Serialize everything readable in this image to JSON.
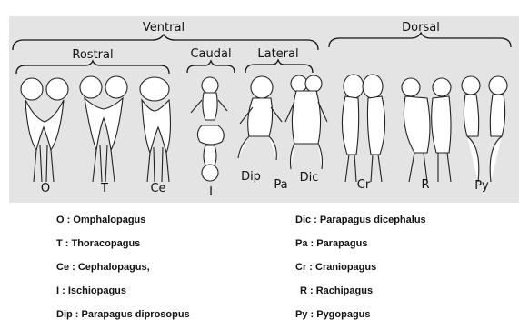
{
  "groups": {
    "ventral": "Ventral",
    "dorsal": "Dorsal",
    "rostral": "Rostral",
    "caudal": "Caudal",
    "lateral": "Lateral"
  },
  "figure_labels": {
    "o": "O",
    "t": "T",
    "ce": "Ce",
    "i": "I",
    "dip": "Dip",
    "pa": "Pa",
    "dic": "Dic",
    "cr": "Cr",
    "r": "R",
    "py": "Py"
  },
  "legend_left": [
    "O : Omphalopagus",
    "T : Thoracopagus",
    "Ce : Cephalopagus,",
    "I : Ischiopagus",
    "Dip : Parapagus diprosopus"
  ],
  "legend_right": [
    "Dic : Parapagus dicephalus",
    "Pa : Parapagus",
    "Cr : Craniopagus",
    "R : Rachipagus",
    "Py : Pygopagus"
  ]
}
